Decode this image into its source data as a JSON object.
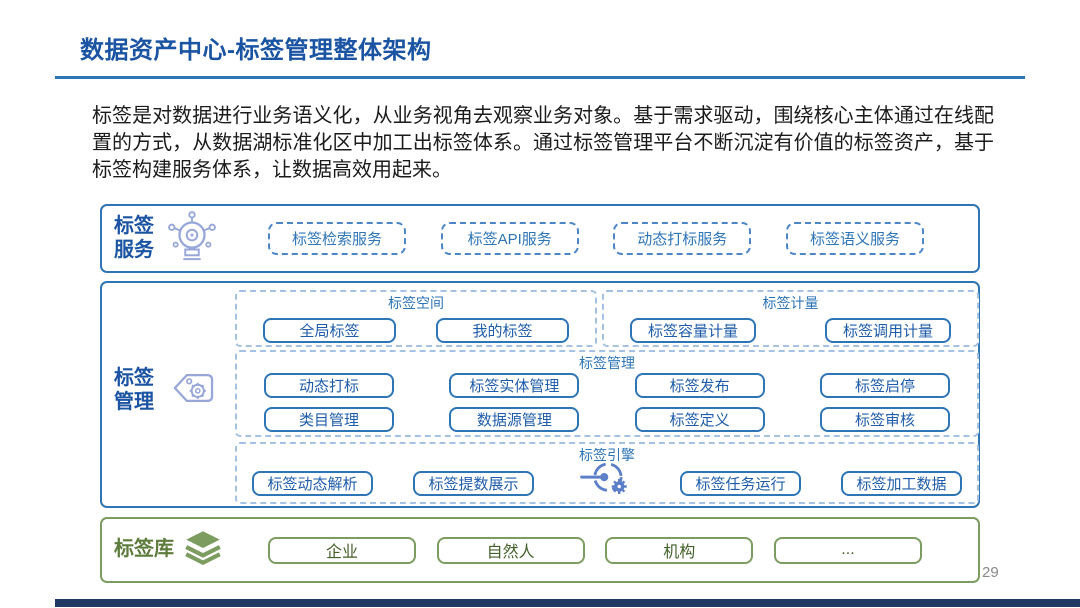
{
  "slide": {
    "title": "数据资产中心-标签管理整体架构",
    "description": "标签是对数据进行业务语义化，从业务视角去观察业务对象。基于需求驱动，围绕核心主体通过在线配置的方式，从数据湖标准化区中加工出标签体系。通过标签管理平台不断沉淀有价值的标签资产，基于标签构建服务体系，让数据高效用起来。",
    "page_number": "29"
  },
  "colors": {
    "title_blue": "#1A54A2",
    "accent_blue": "#2E75B6",
    "pill_text_blue": "#1F5CA9",
    "icon_periwinkle": "#98A7D9",
    "engine_icon_blue": "#5C7FC8",
    "library_green": "#7C9C60",
    "library_text_green": "#44602A",
    "footer_navy": "#1F3864",
    "page_number_gray": "#8A8A8A"
  },
  "services_section": {
    "label": "标签服务",
    "icon": "smart-hub-icon",
    "items": [
      "标签检索服务",
      "标签API服务",
      "动态打标服务",
      "标签语义服务"
    ]
  },
  "management_section": {
    "label": "标签管理",
    "icon": "tag-gear-icon",
    "groups": {
      "space": {
        "label": "标签空间",
        "items": [
          "全局标签",
          "我的标签"
        ]
      },
      "metering": {
        "label": "标签计量",
        "items": [
          "标签容量计量",
          "标签调用计量"
        ]
      },
      "manage": {
        "label": "标签管理",
        "items": [
          "动态打标",
          "标签实体管理",
          "标签发布",
          "标签启停",
          "类目管理",
          "数据源管理",
          "标签定义",
          "标签审核"
        ]
      },
      "engine": {
        "label": "标签引擎",
        "icon": "gear-engine-icon",
        "items": [
          "标签动态解析",
          "标签提数展示",
          "标签任务运行",
          "标签加工数据"
        ]
      }
    }
  },
  "library_section": {
    "label": "标签库",
    "icon": "layers-icon",
    "items": [
      "企业",
      "自然人",
      "机构",
      "..."
    ]
  }
}
